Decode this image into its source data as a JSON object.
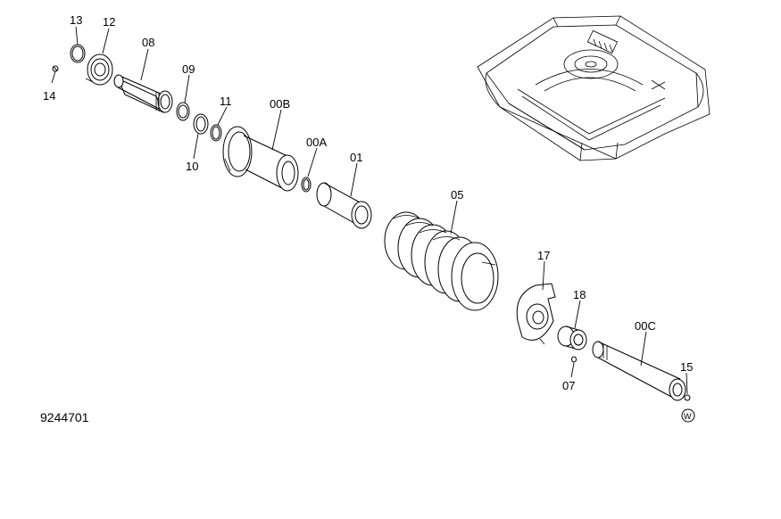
{
  "figure_number": "9244701",
  "callouts": {
    "p13": "13",
    "p12": "12",
    "p14": "14",
    "p08": "08",
    "p09": "09",
    "p11": "11",
    "p10": "10",
    "p00B": "00B",
    "p00A": "00A",
    "p01": "01",
    "p05": "05",
    "p17": "17",
    "p18": "18",
    "p00C": "00C",
    "p07": "07",
    "p15": "15",
    "pW": "W"
  }
}
